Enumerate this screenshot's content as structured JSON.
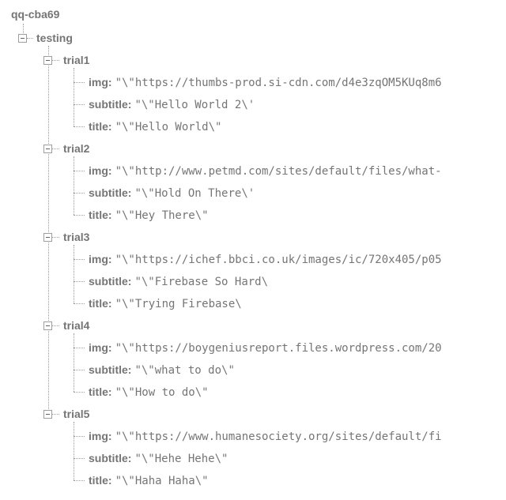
{
  "root": {
    "name": "qq-cba69",
    "child": {
      "name": "testing",
      "trials": [
        {
          "name": "trial1",
          "fields": [
            {
              "key": "img:",
              "value": "\"\\\"https://thumbs-prod.si-cdn.com/d4e3zqOM5KUq8m6"
            },
            {
              "key": "subtitle:",
              "value": "\"\\\"Hello World 2\\'"
            },
            {
              "key": "title:",
              "value": "\"\\\"Hello World\\\""
            }
          ]
        },
        {
          "name": "trial2",
          "fields": [
            {
              "key": "img:",
              "value": "\"\\\"http://www.petmd.com/sites/default/files/what-"
            },
            {
              "key": "subtitle:",
              "value": "\"\\\"Hold On There\\'"
            },
            {
              "key": "title:",
              "value": "\"\\\"Hey There\\\""
            }
          ]
        },
        {
          "name": "trial3",
          "fields": [
            {
              "key": "img:",
              "value": "\"\\\"https://ichef.bbci.co.uk/images/ic/720x405/p05"
            },
            {
              "key": "subtitle:",
              "value": "\"\\\"Firebase So Hard\\"
            },
            {
              "key": "title:",
              "value": "\"\\\"Trying Firebase\\"
            }
          ]
        },
        {
          "name": "trial4",
          "fields": [
            {
              "key": "img:",
              "value": "\"\\\"https://boygeniusreport.files.wordpress.com/20"
            },
            {
              "key": "subtitle:",
              "value": "\"\\\"what to do\\\""
            },
            {
              "key": "title:",
              "value": "\"\\\"How to do\\\""
            }
          ]
        },
        {
          "name": "trial5",
          "fields": [
            {
              "key": "img:",
              "value": "\"\\\"https://www.humanesociety.org/sites/default/fi"
            },
            {
              "key": "subtitle:",
              "value": "\"\\\"Hehe Hehe\\\""
            },
            {
              "key": "title:",
              "value": "\"\\\"Haha Haha\\\""
            }
          ]
        }
      ]
    }
  },
  "icons": {
    "toggle": "collapse-minus-icon"
  }
}
